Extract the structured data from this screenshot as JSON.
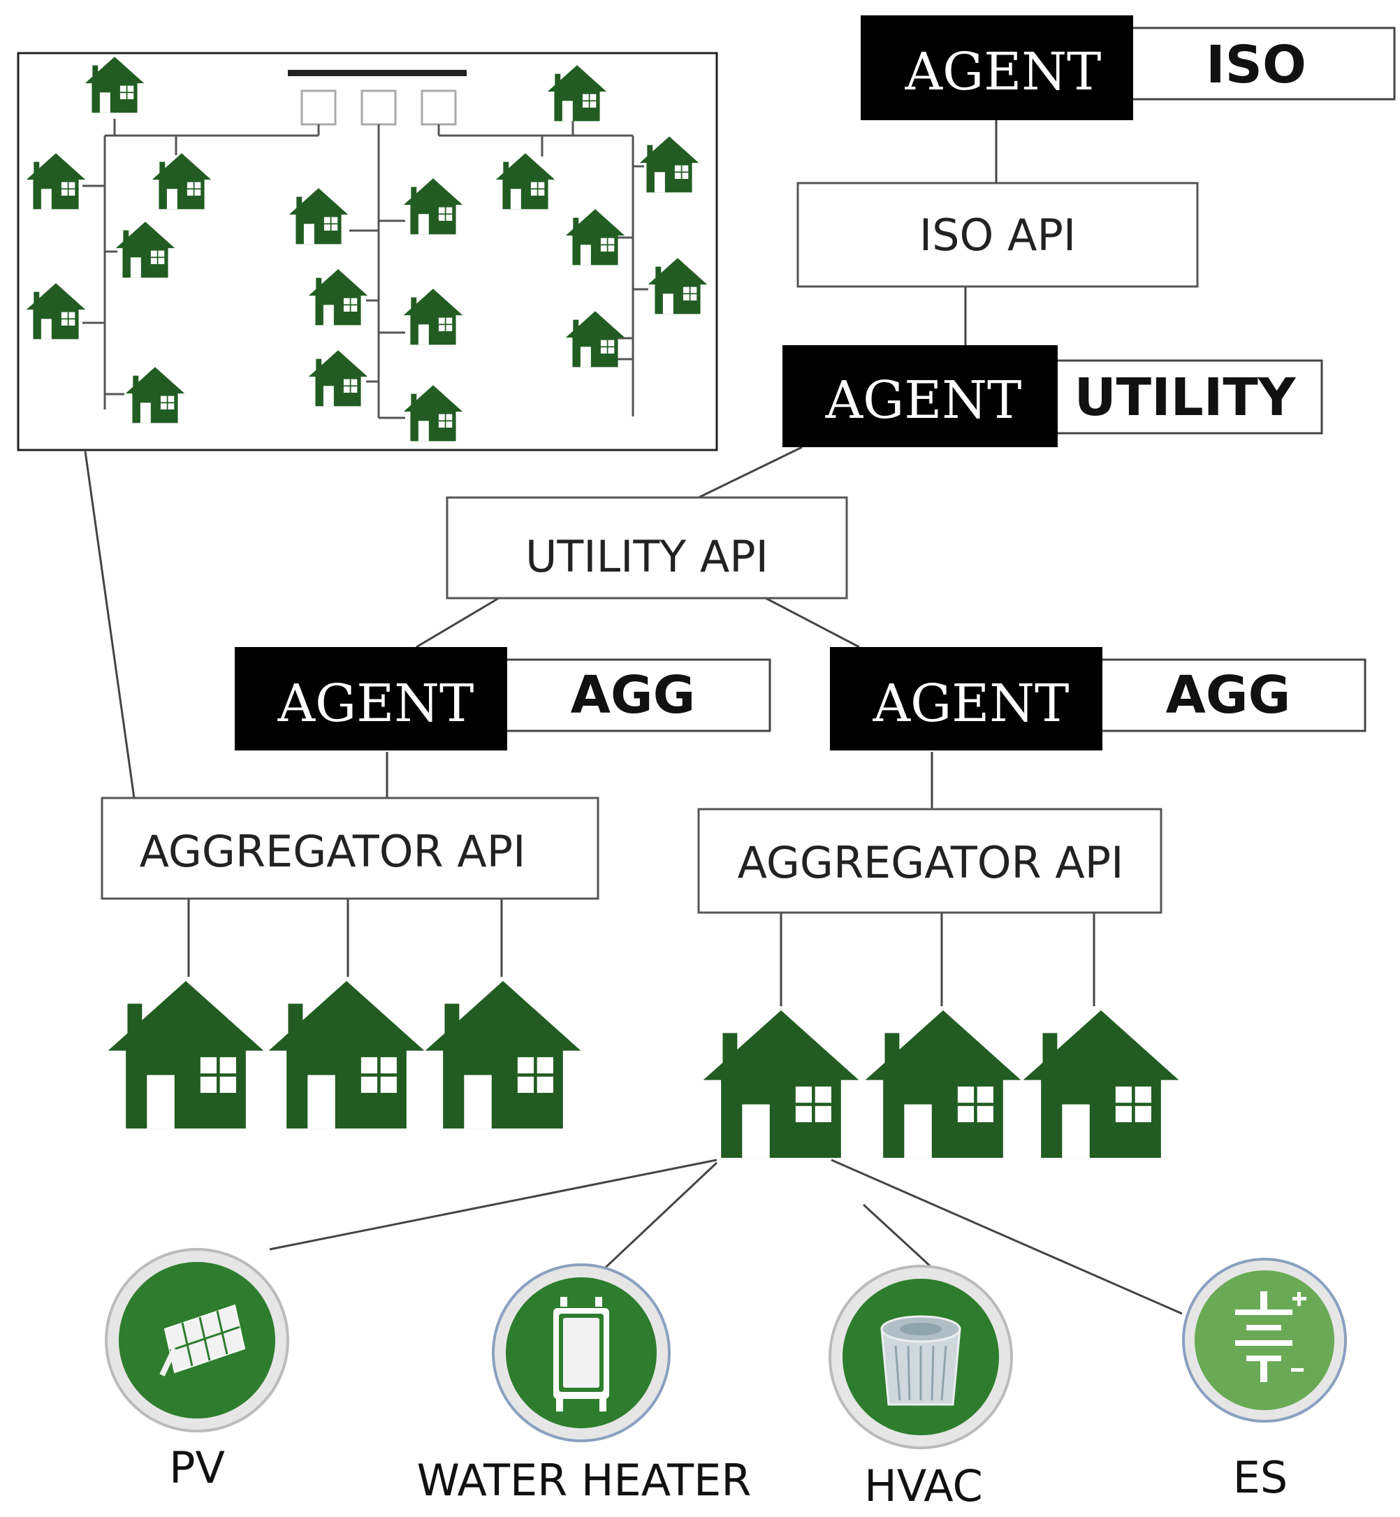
{
  "agents": {
    "iso": {
      "agent_label": "AGENT",
      "role_label": "ISO"
    },
    "utility": {
      "agent_label": "AGENT",
      "role_label": "UTILITY"
    },
    "agg1": {
      "agent_label": "AGENT",
      "role_label": "AGG"
    },
    "agg2": {
      "agent_label": "AGENT",
      "role_label": "AGG"
    }
  },
  "apis": {
    "iso": "ISO API",
    "utility": "UTILITY API",
    "aggregator1": "AGGREGATOR API",
    "aggregator2": "AGGREGATOR API"
  },
  "devices": [
    {
      "label": "PV",
      "icon": "solar-panel-icon"
    },
    {
      "label": "WATER HEATER",
      "icon": "water-heater-icon"
    },
    {
      "label": "HVAC",
      "icon": "hvac-icon"
    },
    {
      "label": "ES",
      "icon": "battery-icon"
    }
  ],
  "colors": {
    "house": "#225c22",
    "agent_fill": "#000000",
    "device_green": "#2e7d2e",
    "line": "#444444"
  }
}
